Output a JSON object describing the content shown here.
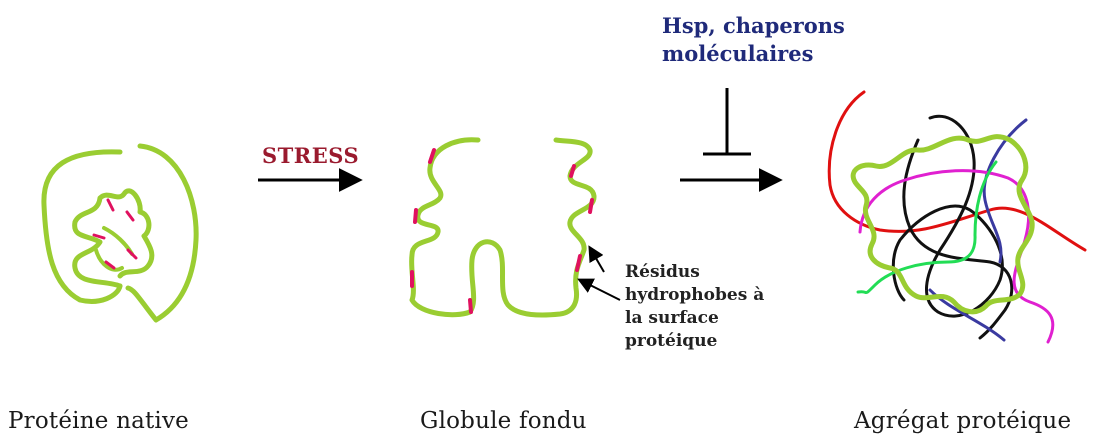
{
  "captions": {
    "native": "Protéine native",
    "molten": "Globule fondu",
    "aggregate": "Agrégat protéique"
  },
  "stress_label": "STRESS",
  "chaperone_label": {
    "line1": "Hsp, chaperons",
    "line2": "moléculaires"
  },
  "residue_label": {
    "line1": "Résidus",
    "line2": "hydrophobes à",
    "line3": "la surface",
    "line4": "protéique"
  },
  "colors": {
    "protein_chain": "#9acd32",
    "hydrophobic": "#e0115f",
    "stress_text": "#9a1a2e",
    "chaperone_text": "#1f2a7a",
    "arrow": "#000000",
    "aggregate_red": "#e01010",
    "aggregate_black": "#111111",
    "aggregate_magenta": "#e020d0",
    "aggregate_green": "#22dd55",
    "aggregate_blue": "#3a3aa0"
  }
}
